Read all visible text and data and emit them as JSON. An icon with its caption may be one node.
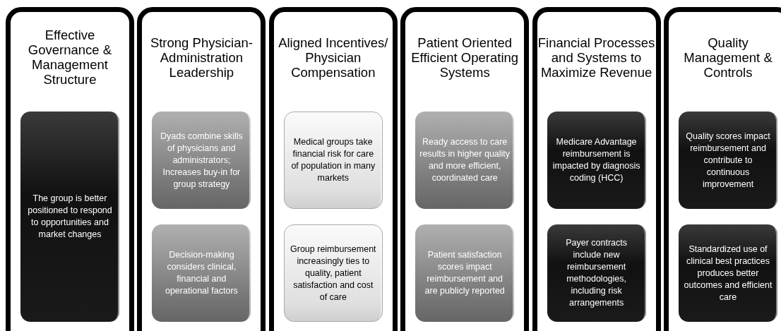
{
  "diagram": {
    "nodes": [
      {
        "text": [
          "Effective Governance & Management Structure"
        ]
      },
      {
        "text": [
          "The group is better positioned to respond to opportunities and market changes"
        ],
        "in": 0
      },
      {
        "text": [
          "Strong Physician-Administration Leadership"
        ]
      },
      {
        "text": [
          "Dyads combine skills of physicians and administrators; Increases buy-in for group strategy"
        ],
        "in": 2
      },
      {
        "text": [
          "Decision-making considers clinical, financial and operational factors"
        ],
        "in": 2
      },
      {
        "text": [
          "Aligned Incentives/ Physician Compensation"
        ]
      },
      {
        "text": [
          "Medical groups take financial risk for care of population in many markets"
        ],
        "in": 5
      },
      {
        "text": [
          "Group reimbursement increasingly ties to quality, patient satisfaction and cost of care"
        ],
        "in": 5
      },
      {
        "text": [
          "Patient Oriented Efficient Operating Systems"
        ]
      },
      {
        "text": [
          "Ready access to care results in higher quality and more efficient, coordinated care"
        ],
        "in": 8
      },
      {
        "text": [
          "Patient satisfaction scores impact reimbursement and are publicly reported"
        ],
        "in": 8
      },
      {
        "text": [
          "Financial Processes and Systems to Maximize Revenue"
        ]
      },
      {
        "text": [
          "Medicare Advantage reimbursement is impacted by diagnosis coding (HCC)"
        ],
        "in": 11
      },
      {
        "text": [
          "Payer contracts include new reimbursement methodologies, including risk arrangements"
        ],
        "in": 11
      },
      {
        "text": [
          "Quality Management & Controls"
        ]
      },
      {
        "text": [
          "Quality scores impact reimbursement and contribute to continuous improvement"
        ],
        "in": 14
      },
      {
        "text": [
          "Standardized use of clinical best practices produces better outcomes and efficient care"
        ],
        "in": 14
      }
    ]
  }
}
